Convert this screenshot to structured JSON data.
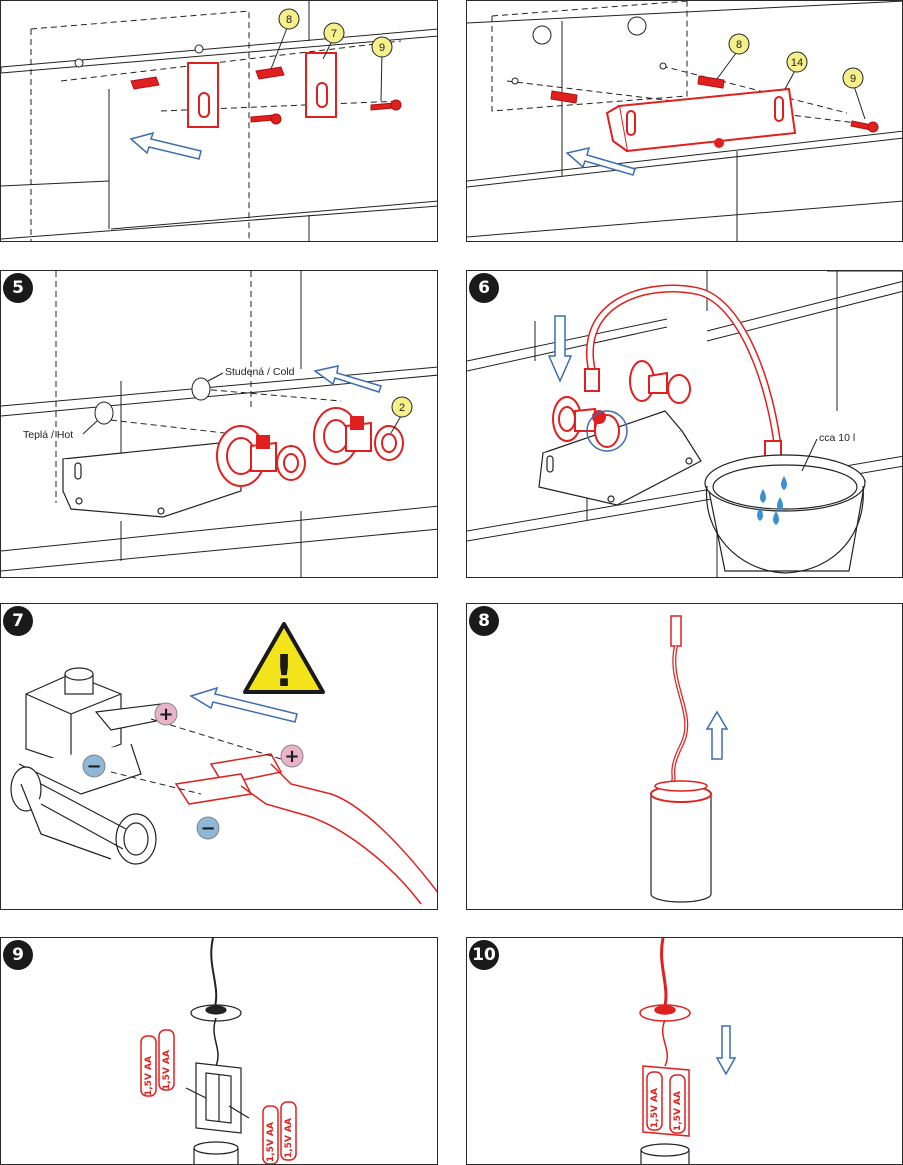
{
  "panels": [
    {
      "id": "p3",
      "step": "",
      "callouts": [
        "8",
        "7",
        "9"
      ]
    },
    {
      "id": "p4",
      "step": "",
      "callouts": [
        "8",
        "14",
        "9"
      ]
    },
    {
      "id": "p5",
      "step": "5",
      "labels": {
        "cold": "Studená / Cold",
        "hot": "Teplá / Hot"
      },
      "callouts": [
        "2"
      ]
    },
    {
      "id": "p6",
      "step": "6",
      "labels": {
        "volume": "cca 10 l"
      }
    },
    {
      "id": "p7",
      "step": "7",
      "polarity": {
        "plus": "+",
        "minus": "−"
      },
      "warning_mark": "!"
    },
    {
      "id": "p8",
      "step": "8"
    },
    {
      "id": "p9",
      "step": "9",
      "battery_label": "1,5V AA"
    },
    {
      "id": "p10",
      "step": "10",
      "battery_label": "1,5V AA"
    }
  ],
  "colors": {
    "accent_red": "#e0201e",
    "arrow_blue": "#3a6db3",
    "callout_yellow": "#f5f08a",
    "water_blue": "#3b8fd6",
    "warning_yellow": "#f2e31b",
    "plus_pink": "#e9b4c8",
    "minus_blue": "#8fb8d8"
  },
  "icons": [
    "wall-plug-icon",
    "screw-icon",
    "mounting-bracket-icon",
    "angle-valve-icon",
    "hose-icon",
    "bucket-icon",
    "water-drop-icon",
    "warning-triangle-icon",
    "solenoid-valve-icon",
    "connector-icon",
    "sensor-cylinder-icon",
    "battery-holder-icon",
    "battery-icon"
  ]
}
